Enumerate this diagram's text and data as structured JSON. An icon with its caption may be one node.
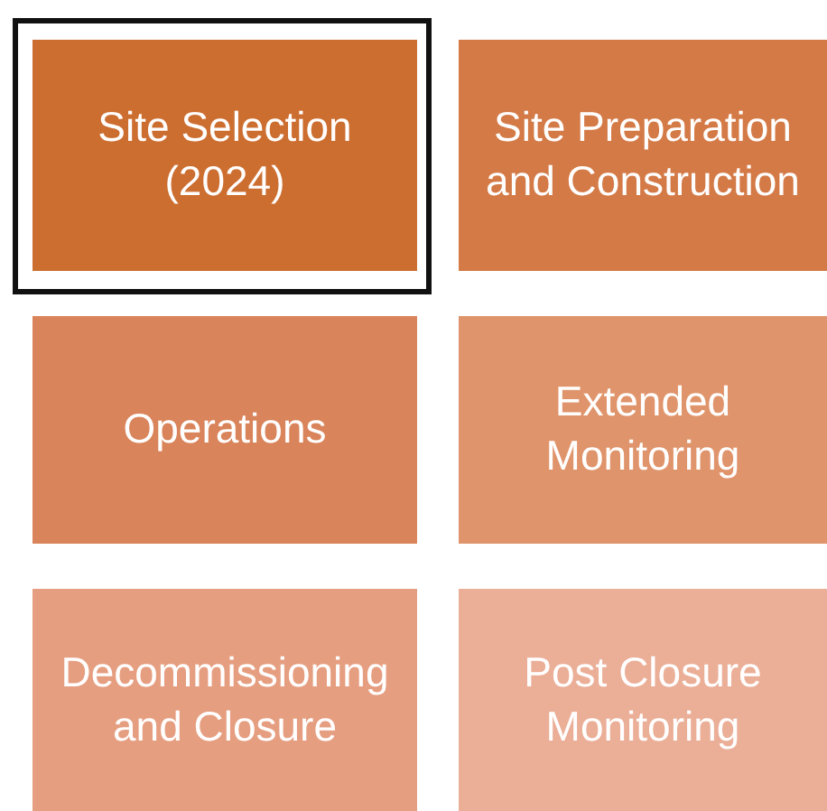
{
  "diagram": {
    "nodes": [
      {
        "text": [
          "Site Selection (2024)"
        ]
      },
      {
        "text": [
          "Site Preparation and Construction"
        ]
      },
      {
        "text": [
          "Operations"
        ]
      },
      {
        "text": [
          "Extended Monitoring"
        ]
      },
      {
        "text": [
          "Decommissioning and Closure"
        ]
      },
      {
        "text": [
          "Post Closure Monitoring"
        ]
      }
    ]
  }
}
